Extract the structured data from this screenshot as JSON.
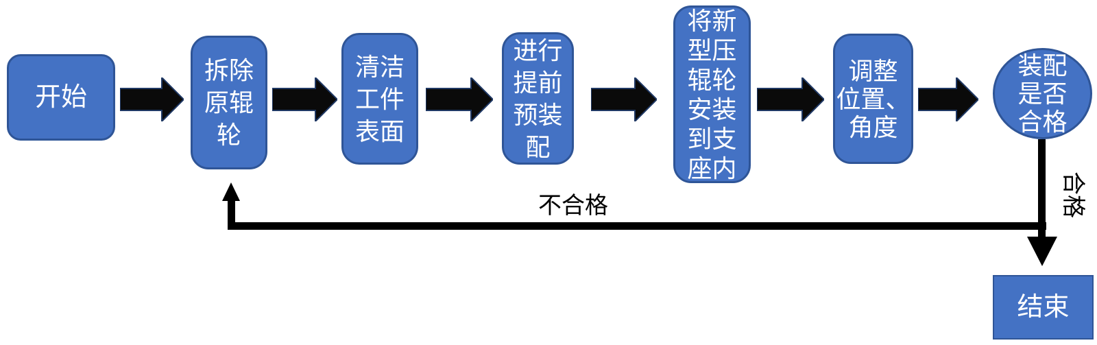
{
  "colors": {
    "canvas_bg": "#ffffff",
    "node_fill": "#4472C4",
    "node_border": "#2F5597",
    "arrow_fill": "#0a0a0a",
    "arrow_outline": "#1F3864",
    "connector": "#000000",
    "node_text": "#ffffff",
    "label_text": "#000000"
  },
  "flowchart": {
    "nodes": {
      "start": {
        "label": "开始",
        "shape": "rounded-rect"
      },
      "remove_roller": {
        "label": "拆除\n原辊\n轮",
        "shape": "rounded-rect"
      },
      "clean_surface": {
        "label": "清洁\n工件\n表面",
        "shape": "rounded-rect"
      },
      "pre_assembly": {
        "label": "进行\n提前\n预装\n配",
        "shape": "rounded-rect"
      },
      "install_roller": {
        "label": "将新\n型压\n辊轮\n安装\n到支\n座内",
        "shape": "rounded-rect"
      },
      "adjust": {
        "label": "调整\n位置、\n角度",
        "shape": "rounded-rect"
      },
      "check": {
        "label": "装配\n是否\n合格",
        "shape": "circle"
      },
      "end": {
        "label": "结束",
        "shape": "rect"
      }
    },
    "edge_labels": {
      "fail": "不合格",
      "pass": "合格"
    }
  }
}
